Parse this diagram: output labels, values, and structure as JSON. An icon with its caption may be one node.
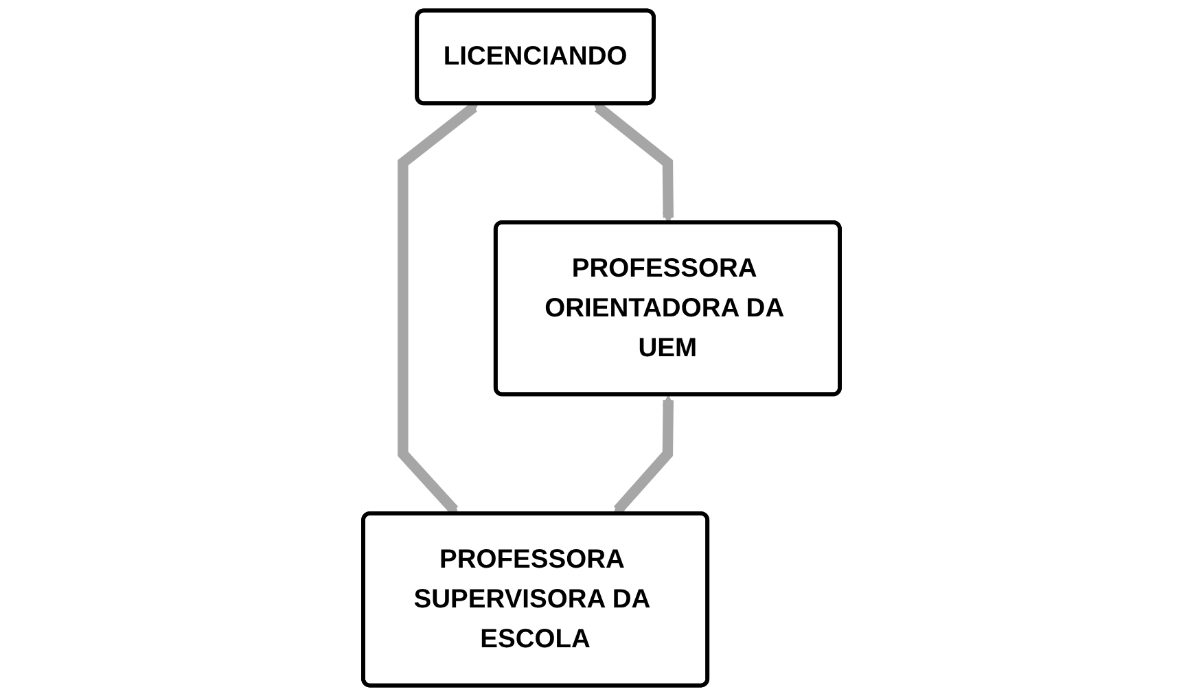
{
  "diagram": {
    "nodes": [
      {
        "text": [
          "LICENCIANDO"
        ]
      },
      {
        "text": [
          "PROFESSORA ORIENTADORA DA UEM"
        ]
      },
      {
        "text": [
          "PROFESSORA SUPERVISORA DA ESCOLA"
        ]
      }
    ],
    "edges": [
      {
        "from": 0,
        "to": 1,
        "arrow": "both"
      },
      {
        "from": 0,
        "to": 2,
        "arrow": "both"
      },
      {
        "from": 1,
        "to": 2,
        "arrow": "both"
      }
    ]
  }
}
